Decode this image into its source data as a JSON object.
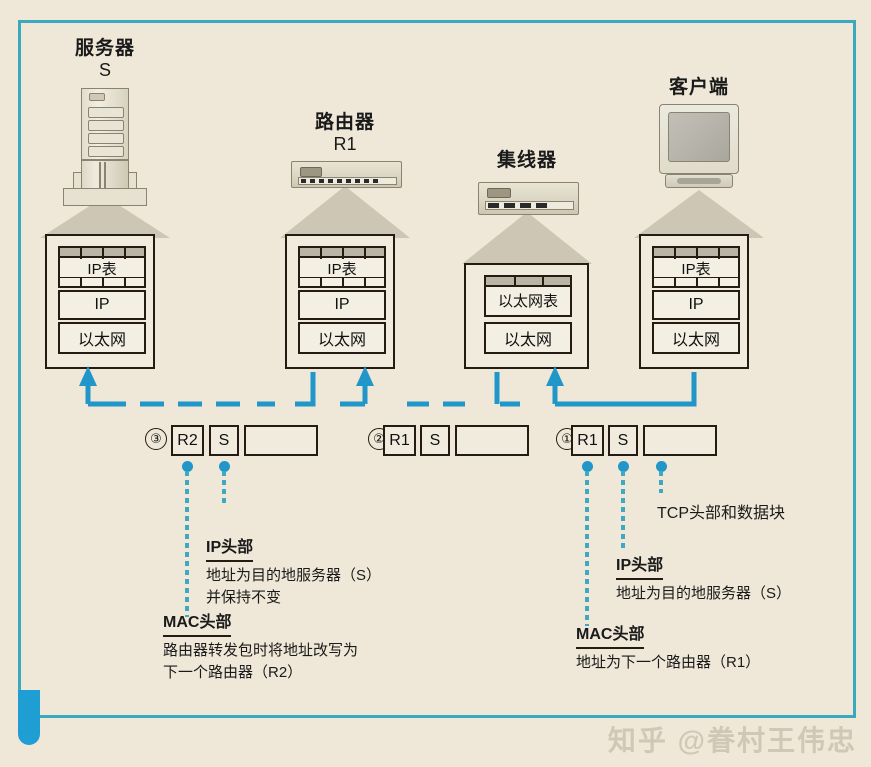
{
  "frame": {
    "accent_color": "#3aa8bd",
    "tab_color": "#1f9ed4",
    "background": "#efe8d8"
  },
  "devices": [
    {
      "id": "server",
      "name_zh": "服务器",
      "name_en": "S",
      "icon": "server-tower-icon"
    },
    {
      "id": "router",
      "name_zh": "路由器",
      "name_en": "R1",
      "icon": "router-icon"
    },
    {
      "id": "hub",
      "name_zh": "集线器",
      "name_en": "",
      "icon": "hub-icon"
    },
    {
      "id": "client",
      "name_zh": "客户端",
      "name_en": "",
      "icon": "crt-monitor-icon"
    }
  ],
  "stacks": [
    {
      "id": "server-stack",
      "table_label": "IP表",
      "layers": [
        "IP",
        "以太网"
      ]
    },
    {
      "id": "router-stack",
      "table_label": "IP表",
      "layers": [
        "IP",
        "以太网"
      ]
    },
    {
      "id": "hub-stack",
      "table_label": "以太网表",
      "layers": [
        "以太网"
      ]
    },
    {
      "id": "client-stack",
      "table_label": "IP表",
      "layers": [
        "IP",
        "以太网"
      ]
    }
  ],
  "packets": [
    {
      "id": "packet-3",
      "number": "③",
      "cells": [
        {
          "label": "R2",
          "kind": "mac-header"
        },
        {
          "label": "S",
          "kind": "ip-header"
        },
        {
          "label": "",
          "kind": "payload"
        }
      ]
    },
    {
      "id": "packet-2",
      "number": "②",
      "cells": [
        {
          "label": "R1",
          "kind": "mac-header"
        },
        {
          "label": "S",
          "kind": "ip-header"
        },
        {
          "label": "",
          "kind": "payload"
        }
      ]
    },
    {
      "id": "packet-1",
      "number": "①",
      "cells": [
        {
          "label": "R1",
          "kind": "mac-header"
        },
        {
          "label": "S",
          "kind": "ip-header"
        },
        {
          "label": "",
          "kind": "payload"
        }
      ]
    }
  ],
  "annotations": {
    "left_ip": {
      "title": "IP头部",
      "lines": [
        "地址为目的地服务器（S）",
        "并保持不变"
      ]
    },
    "left_mac": {
      "title": "MAC头部",
      "lines": [
        "路由器转发包时将地址改写为",
        "下一个路由器（R2）"
      ]
    },
    "right_tcp": {
      "text": "TCP头部和数据块"
    },
    "right_ip": {
      "title": "IP头部",
      "lines": [
        "地址为目的地服务器（S）"
      ]
    },
    "right_mac": {
      "title": "MAC头部",
      "lines": [
        "地址为下一个路由器（R1）"
      ]
    }
  },
  "watermark": {
    "text": "知乎 @眷村王伟忠"
  }
}
